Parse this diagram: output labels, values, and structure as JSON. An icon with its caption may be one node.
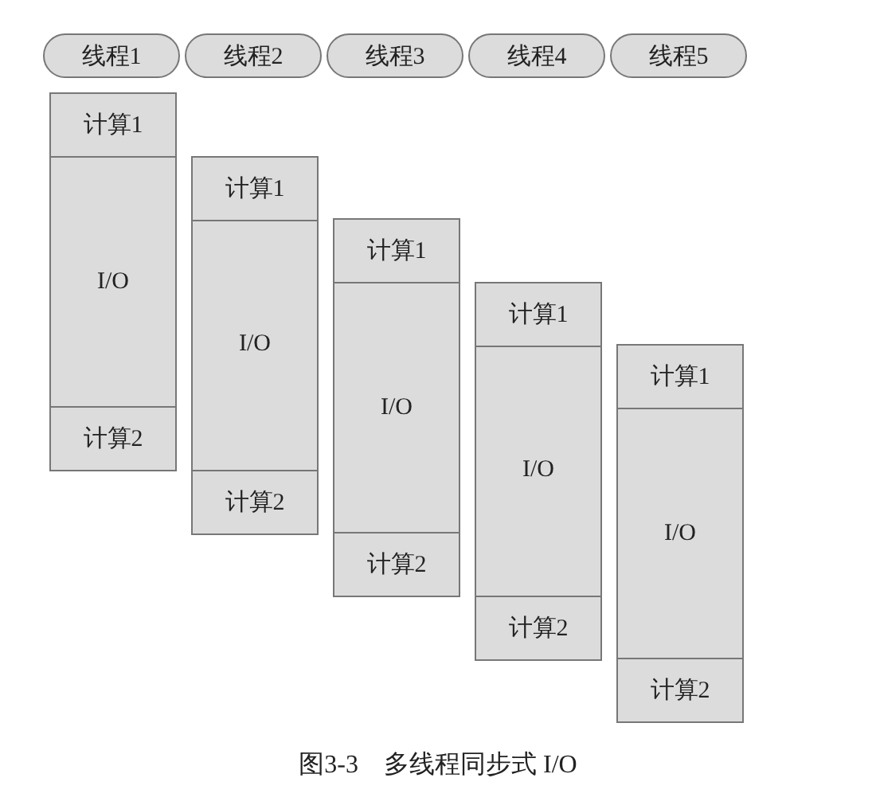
{
  "diagram": {
    "caption": "图3-3　多线程同步式 I/O",
    "nodes": [
      {
        "text": [
          "线程1"
        ]
      },
      {
        "text": [
          "线程2"
        ]
      },
      {
        "text": [
          "线程3"
        ]
      },
      {
        "text": [
          "线程4"
        ]
      },
      {
        "text": [
          "线程5"
        ]
      },
      {
        "text": [
          "计算1"
        ]
      },
      {
        "text": [
          "I/O"
        ]
      },
      {
        "text": [
          "计算2"
        ]
      },
      {
        "text": [
          "计算1"
        ]
      },
      {
        "text": [
          "I/O"
        ]
      },
      {
        "text": [
          "计算2"
        ]
      },
      {
        "text": [
          "计算1"
        ]
      },
      {
        "text": [
          "I/O"
        ]
      },
      {
        "text": [
          "计算2"
        ]
      },
      {
        "text": [
          "计算1"
        ]
      },
      {
        "text": [
          "I/O"
        ]
      },
      {
        "text": [
          "计算2"
        ]
      },
      {
        "text": [
          "计算1"
        ]
      },
      {
        "text": [
          "I/O"
        ]
      },
      {
        "text": [
          "计算2"
        ]
      }
    ]
  }
}
